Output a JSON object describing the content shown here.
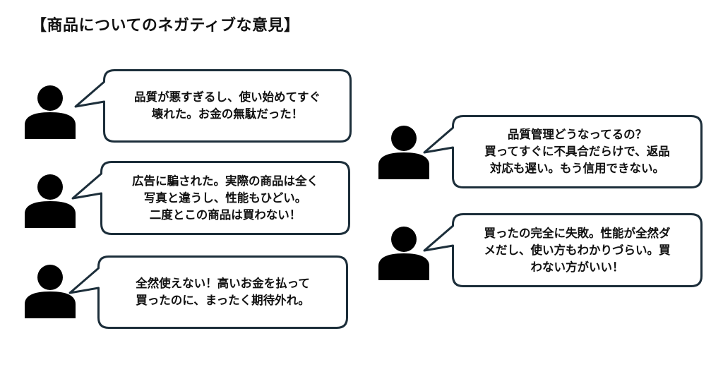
{
  "title": "【商品についてのネガティブな意見】",
  "colors": {
    "bubble_border": "#1c2e3a",
    "person": "#000000"
  },
  "comments": [
    {
      "text": "品質が悪すぎるし、使い始めてすぐ\n壊れた。お金の無駄だった！"
    },
    {
      "text": "広告に騙された。実際の商品は全く\n写真と違うし、性能もひどい。\n二度とこの商品は買わない！"
    },
    {
      "text": "全然使えない！高いお金を払って\n買ったのに、まったく期待外れ。"
    },
    {
      "text": "品質管理どうなってるの？\n買ってすぐに不具合だらけで、返品\n対応も遅い。もう信用できない。"
    },
    {
      "text": "買ったの完全に失敗。性能が全然ダ\nメだし、使い方もわかりづらい。買\nわない方がいい！"
    }
  ]
}
